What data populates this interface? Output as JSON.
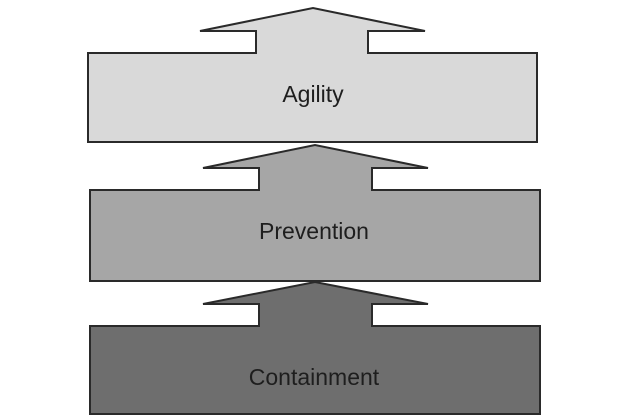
{
  "diagram": {
    "layers": [
      {
        "label": "Agility",
        "color": "#d9d9d9"
      },
      {
        "label": "Prevention",
        "color": "#a6a6a6"
      },
      {
        "label": "Containment",
        "color": "#6e6e6e"
      }
    ],
    "stroke_color": "#2a2a2a"
  }
}
